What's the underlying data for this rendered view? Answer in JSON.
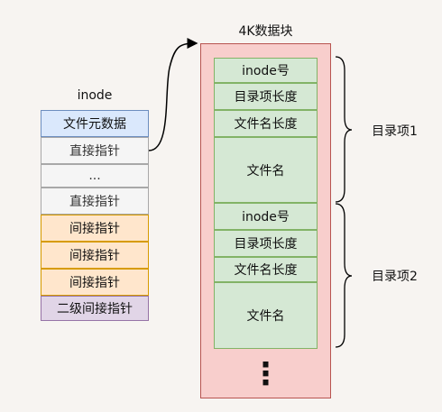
{
  "inode": {
    "title": "inode",
    "cells": [
      "文件元数据",
      "直接指针",
      "...",
      "直接指针",
      "间接指针",
      "间接指针",
      "间接指针",
      "二级间接指针"
    ]
  },
  "block": {
    "title": "4K数据块",
    "entry1": [
      "inode号",
      "目录项长度",
      "文件名长度",
      "文件名"
    ],
    "entry2": [
      "inode号",
      "目录项长度",
      "文件名长度",
      "文件名"
    ],
    "ellipsis": "⋮"
  },
  "braces": {
    "label1": "目录项1",
    "label2": "目录项2"
  },
  "colors": {
    "block_fill": "#f8cecc",
    "block_border": "#b85450",
    "entry_fill": "#d5e8d4",
    "entry_border": "#82b366"
  }
}
